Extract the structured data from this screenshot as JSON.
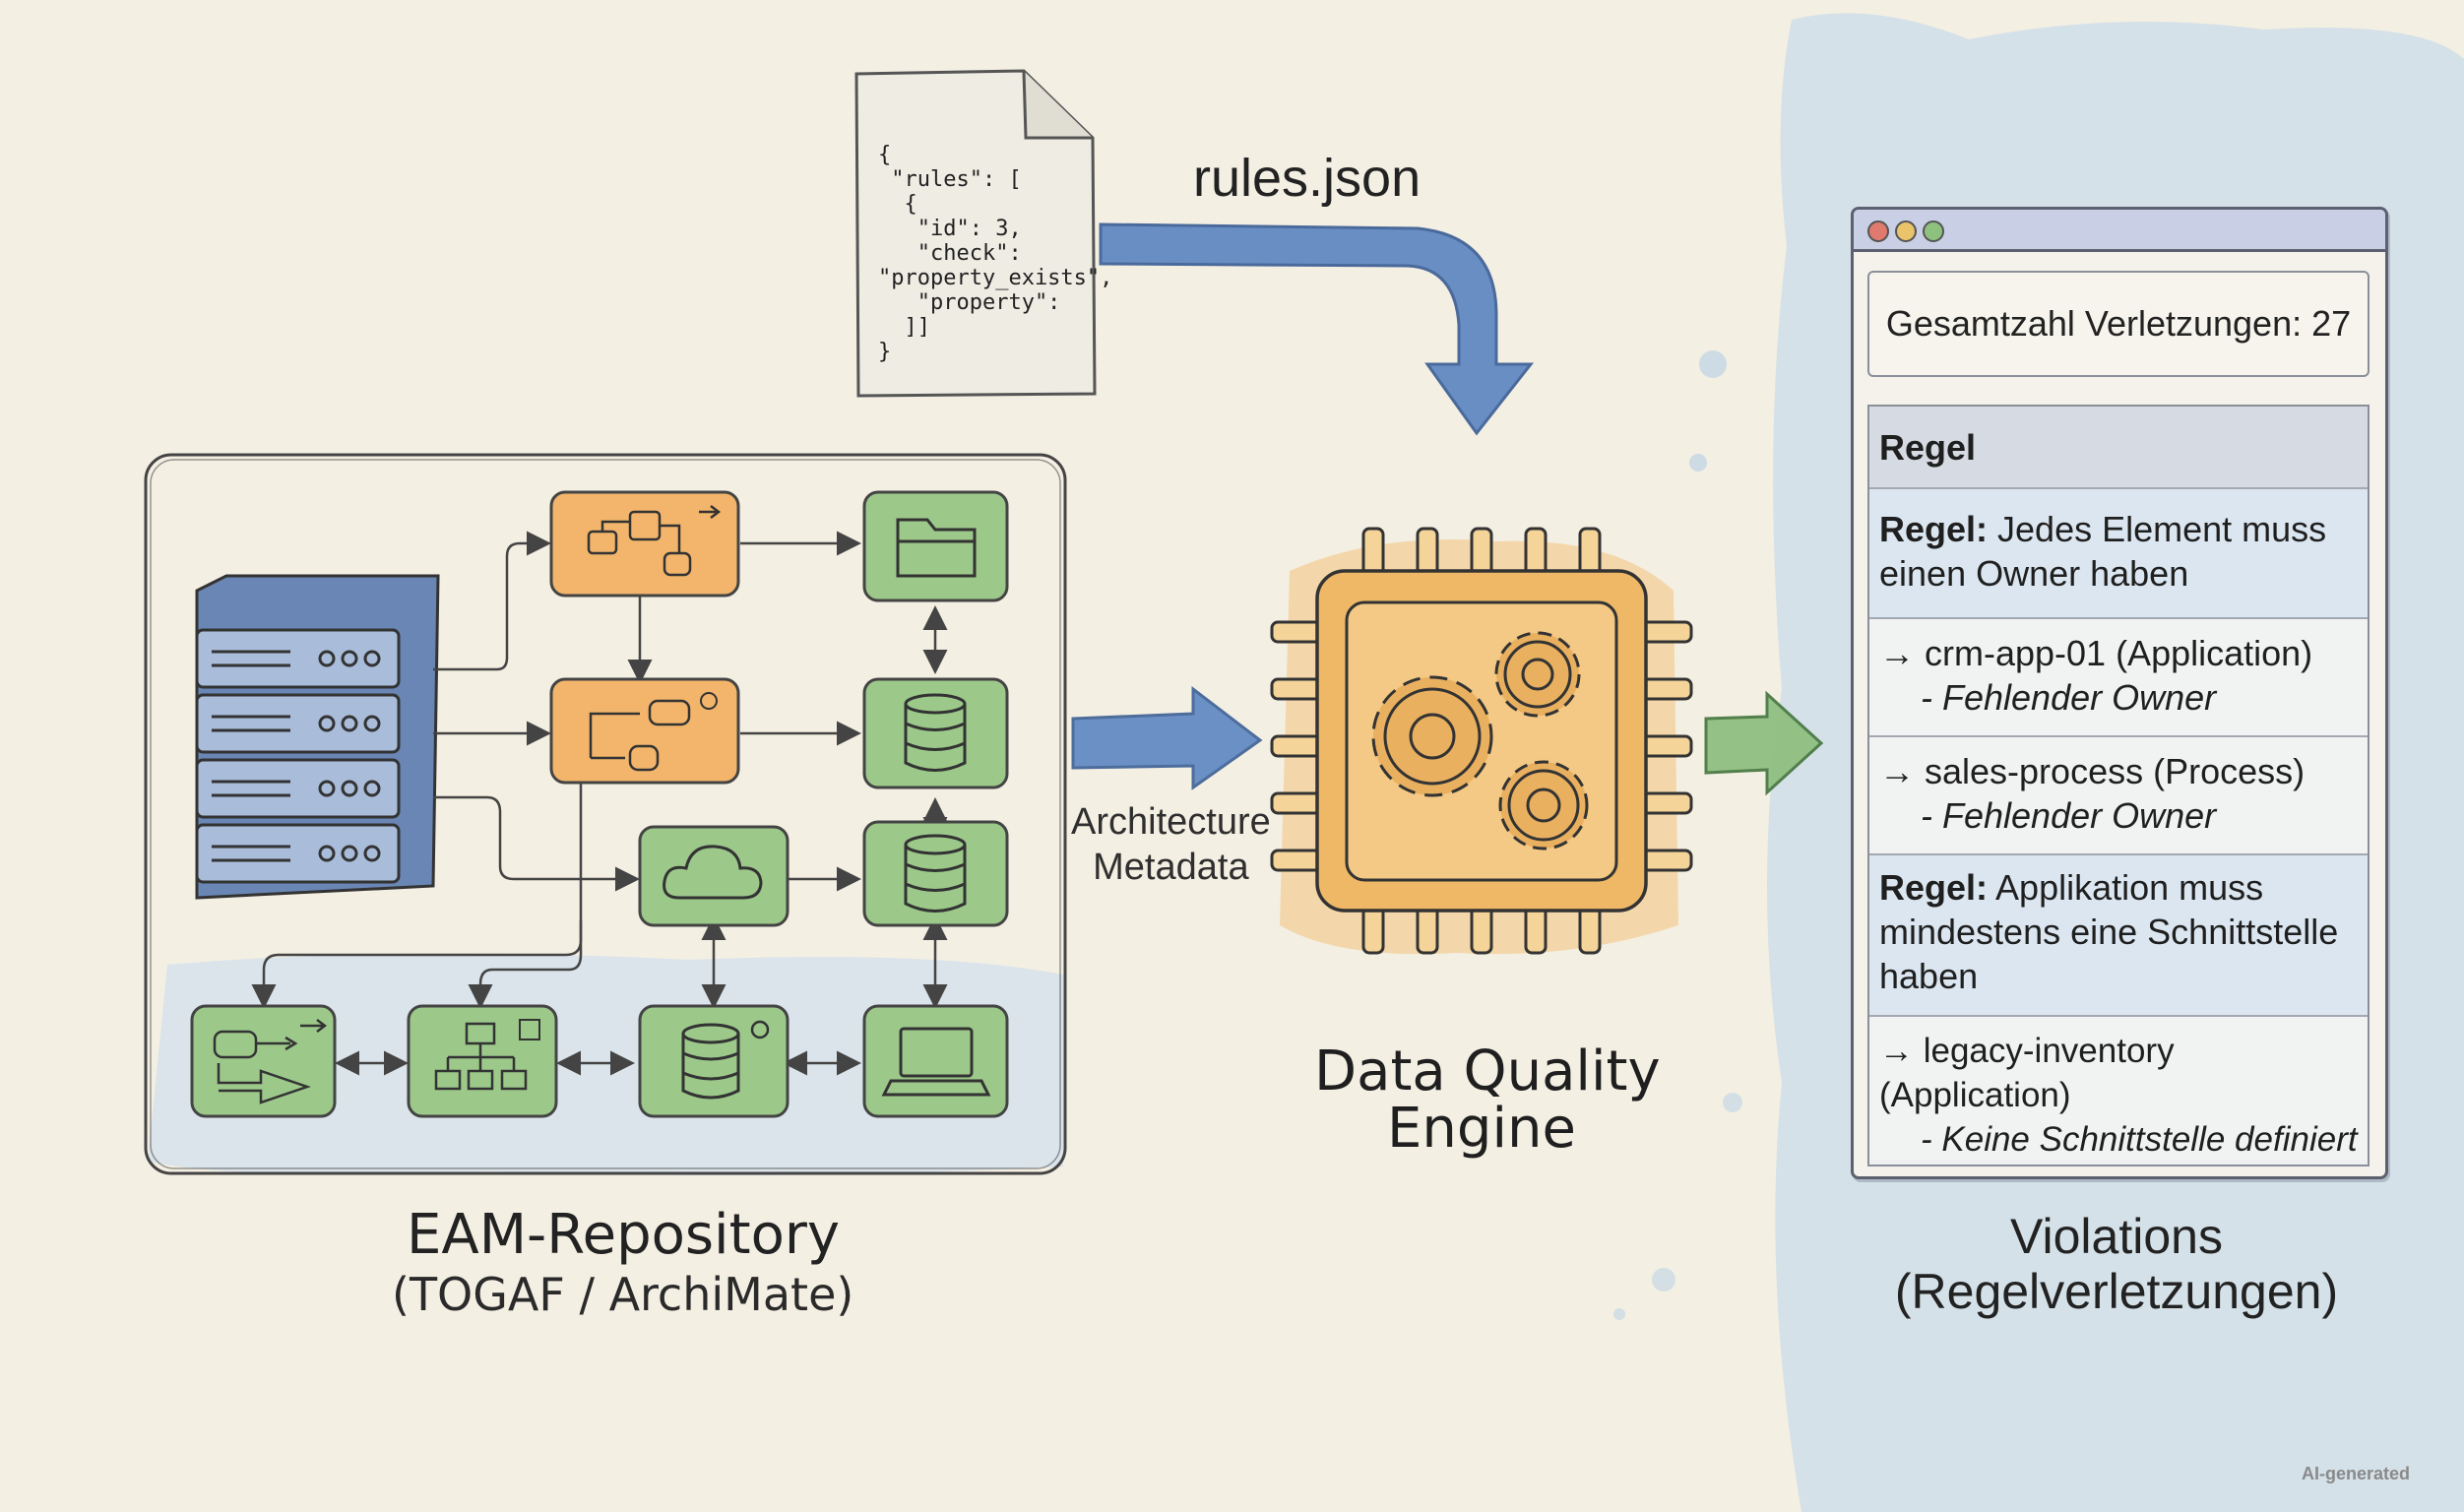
{
  "rules_file": {
    "code": "{\n \"rules\": [\n  {\n   \"id\": 3,\n   \"check\":\n\"property_exists\",\n   \"property\":\n  ]]\n}",
    "caption": "rules.json"
  },
  "repository": {
    "title": "EAM-Repository",
    "subtitle": "(TOGAF / ArchiMate)"
  },
  "flow_label": "Architecture\nMetadata",
  "engine": {
    "title_line1": "Data Quality",
    "title_line2": "Engine"
  },
  "violations": {
    "total_label": "Gesamtzahl Verletzungen: 27",
    "table_header": "Regel",
    "rows": [
      {
        "type": "rule",
        "prefix": "Regel:",
        "text": " Jedes Element muss einen Owner haben"
      },
      {
        "type": "violation",
        "item": "→ crm-app-01 (Application)",
        "reason": "- Fehlender Owner"
      },
      {
        "type": "violation",
        "item": "→ sales-process (Process)",
        "reason": "- Fehlender Owner"
      },
      {
        "type": "rule",
        "prefix": "Regel:",
        "text": " Applikation muss mindestens eine Schnittstelle haben"
      },
      {
        "type": "violation",
        "item": "→ legacy-inventory (Application)",
        "reason": "- Keine Schnittstelle definiert"
      }
    ],
    "caption_line1": "Violations",
    "caption_line2": "(Regelverletzungen)"
  },
  "watermark": "AI-generated",
  "colors": {
    "orange": "#f2b56b",
    "green": "#9cc98a",
    "blue": "#5d86c2",
    "server": "#6a86b4"
  },
  "icons": [
    "server-icon",
    "process-icon",
    "folder-icon",
    "database-icon",
    "cloud-icon",
    "hierarchy-icon",
    "laptop-icon",
    "gear-icon",
    "chip-icon"
  ]
}
